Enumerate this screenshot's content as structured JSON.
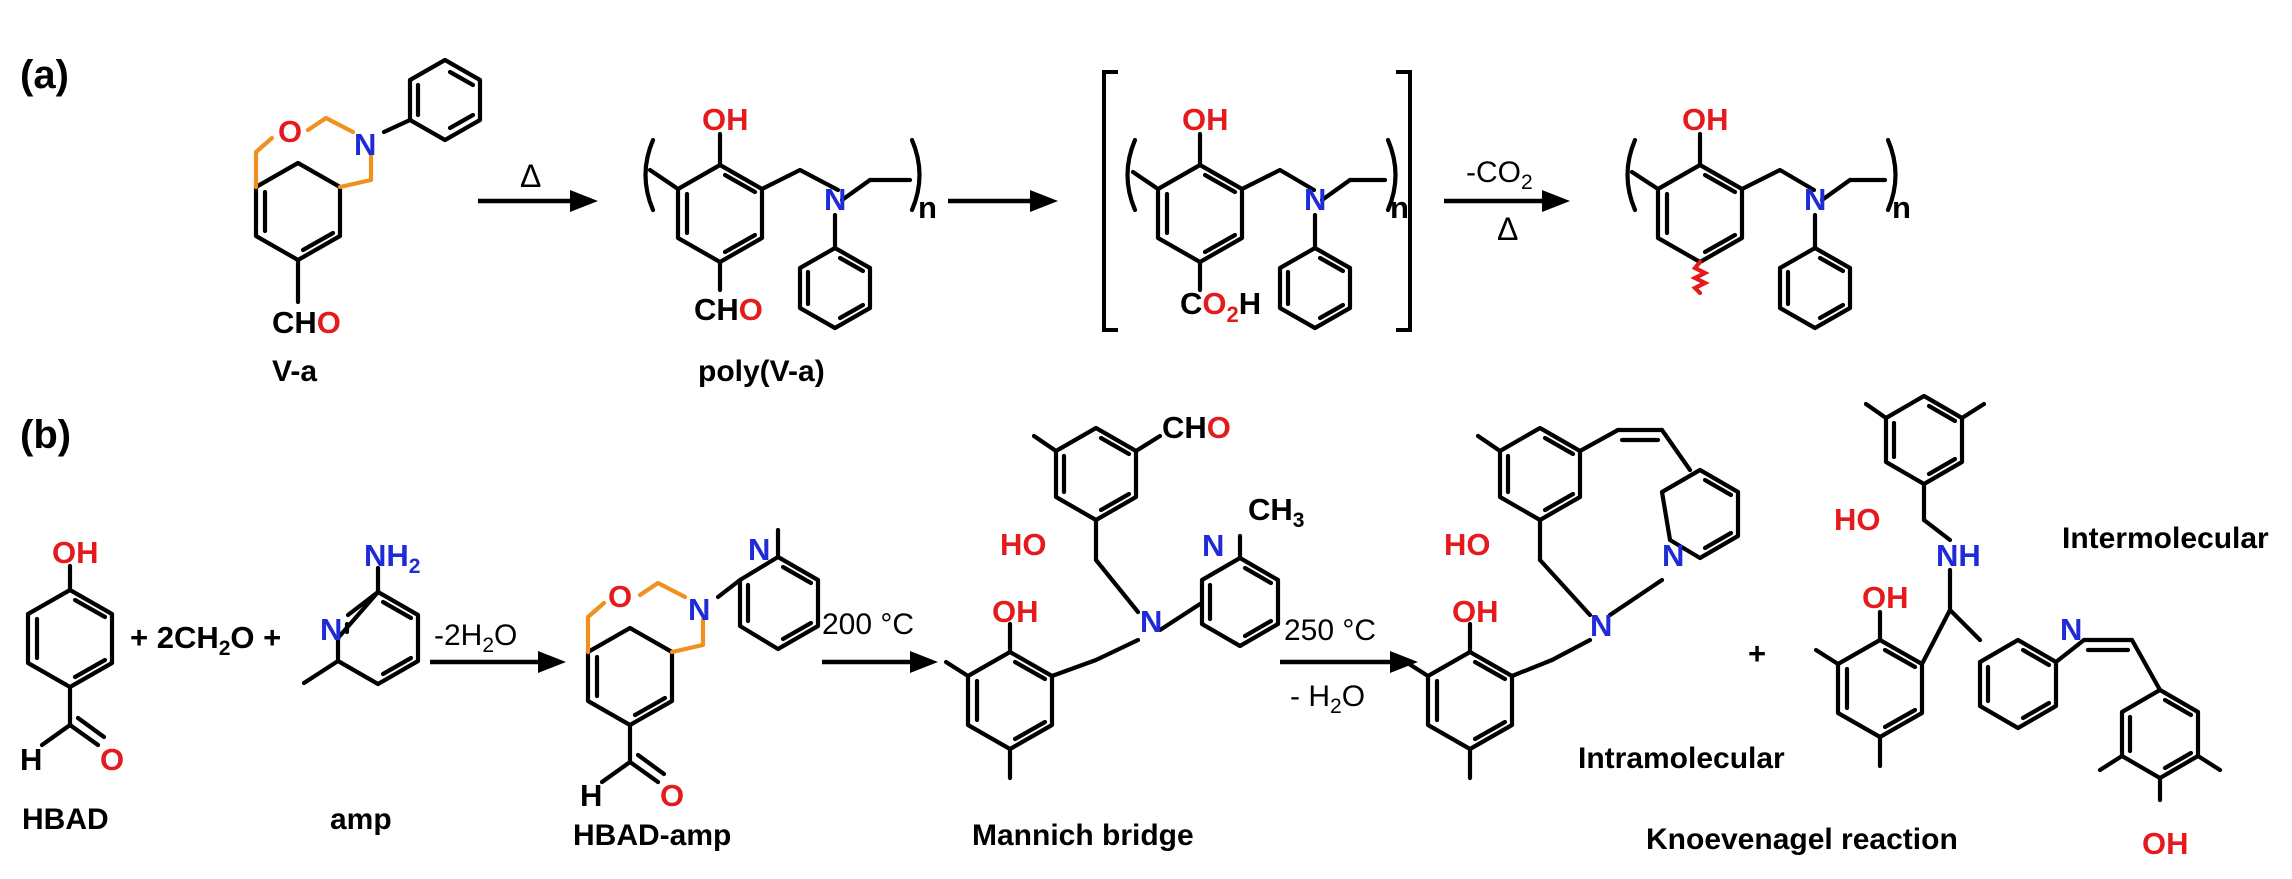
{
  "panels": {
    "a": "(a)",
    "b": "(b)"
  },
  "compounds": {
    "va": "V-a",
    "poly_va": "poly(V-a)",
    "hbad": "HBAD",
    "amp": "amp",
    "hbad_amp": "HBAD-amp",
    "mannich": "Mannich bridge",
    "knoevenagel": "Knoevenagel reaction",
    "intramolecular": "Intramolecular",
    "intermolecular": "Intermolecular"
  },
  "conditions": {
    "heat": "Δ",
    "minus_co2": "-CO2",
    "minus_2h2o": "-2H2O",
    "t200": "200 °C",
    "t250": "250 °C",
    "minus_h2o": "- H2O"
  },
  "reagents": {
    "plus_formaldehyde": "+ 2CH2O +",
    "plus": "+"
  },
  "atoms": {
    "O": "O",
    "N": "N",
    "OH": "OH",
    "NH": "NH",
    "NH2": "NH2",
    "CHO": "CHO",
    "CO2H": "CO2H",
    "CH3": "CH3",
    "H": "H",
    "n": "n"
  },
  "colors": {
    "oxygen": "#E41A1C",
    "nitrogen": "#1E2BD6",
    "oxazine_ring": "#F0901E",
    "bond": "#000000"
  }
}
